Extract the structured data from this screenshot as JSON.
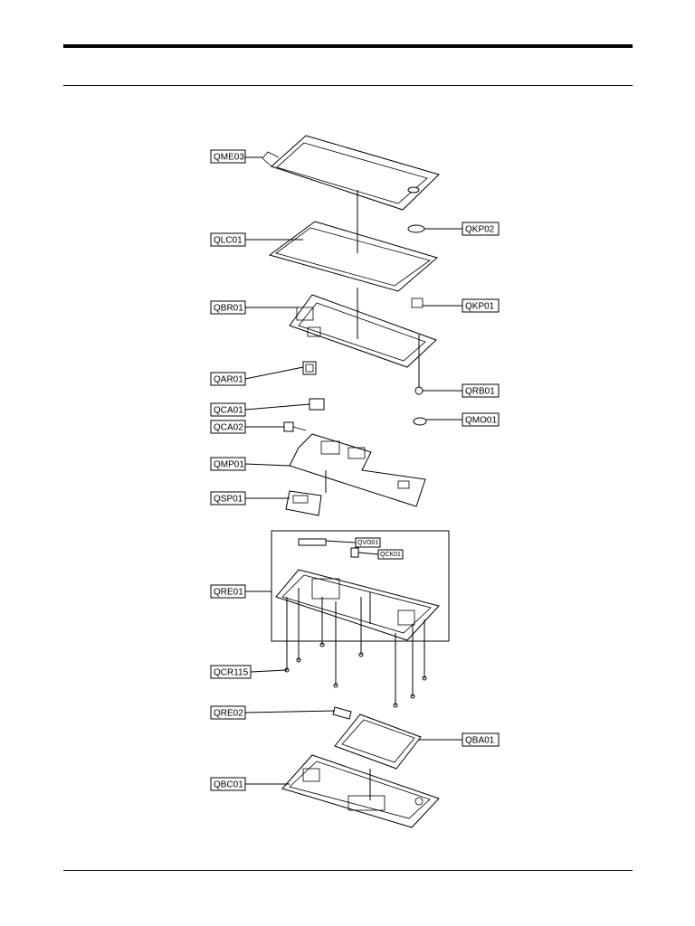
{
  "labels": {
    "QME03": "QME03",
    "QLC01": "QLC01",
    "QBR01": "QBR01",
    "QAR01": "QAR01",
    "QCA01": "QCA01",
    "QCA02": "QCA02",
    "QMP01": "QMP01",
    "QSP01": "QSP01",
    "QRE01": "QRE01",
    "QCR115": "QCR115",
    "QRE02": "QRE02",
    "QBC01": "QBC01",
    "QKP02": "QKP02",
    "QKP01": "QKP01",
    "QRB01": "QRB01",
    "QMO01": "QMO01",
    "QBA01": "QBA01",
    "QVO01": "QVO01",
    "QCK01": "QCK01"
  }
}
